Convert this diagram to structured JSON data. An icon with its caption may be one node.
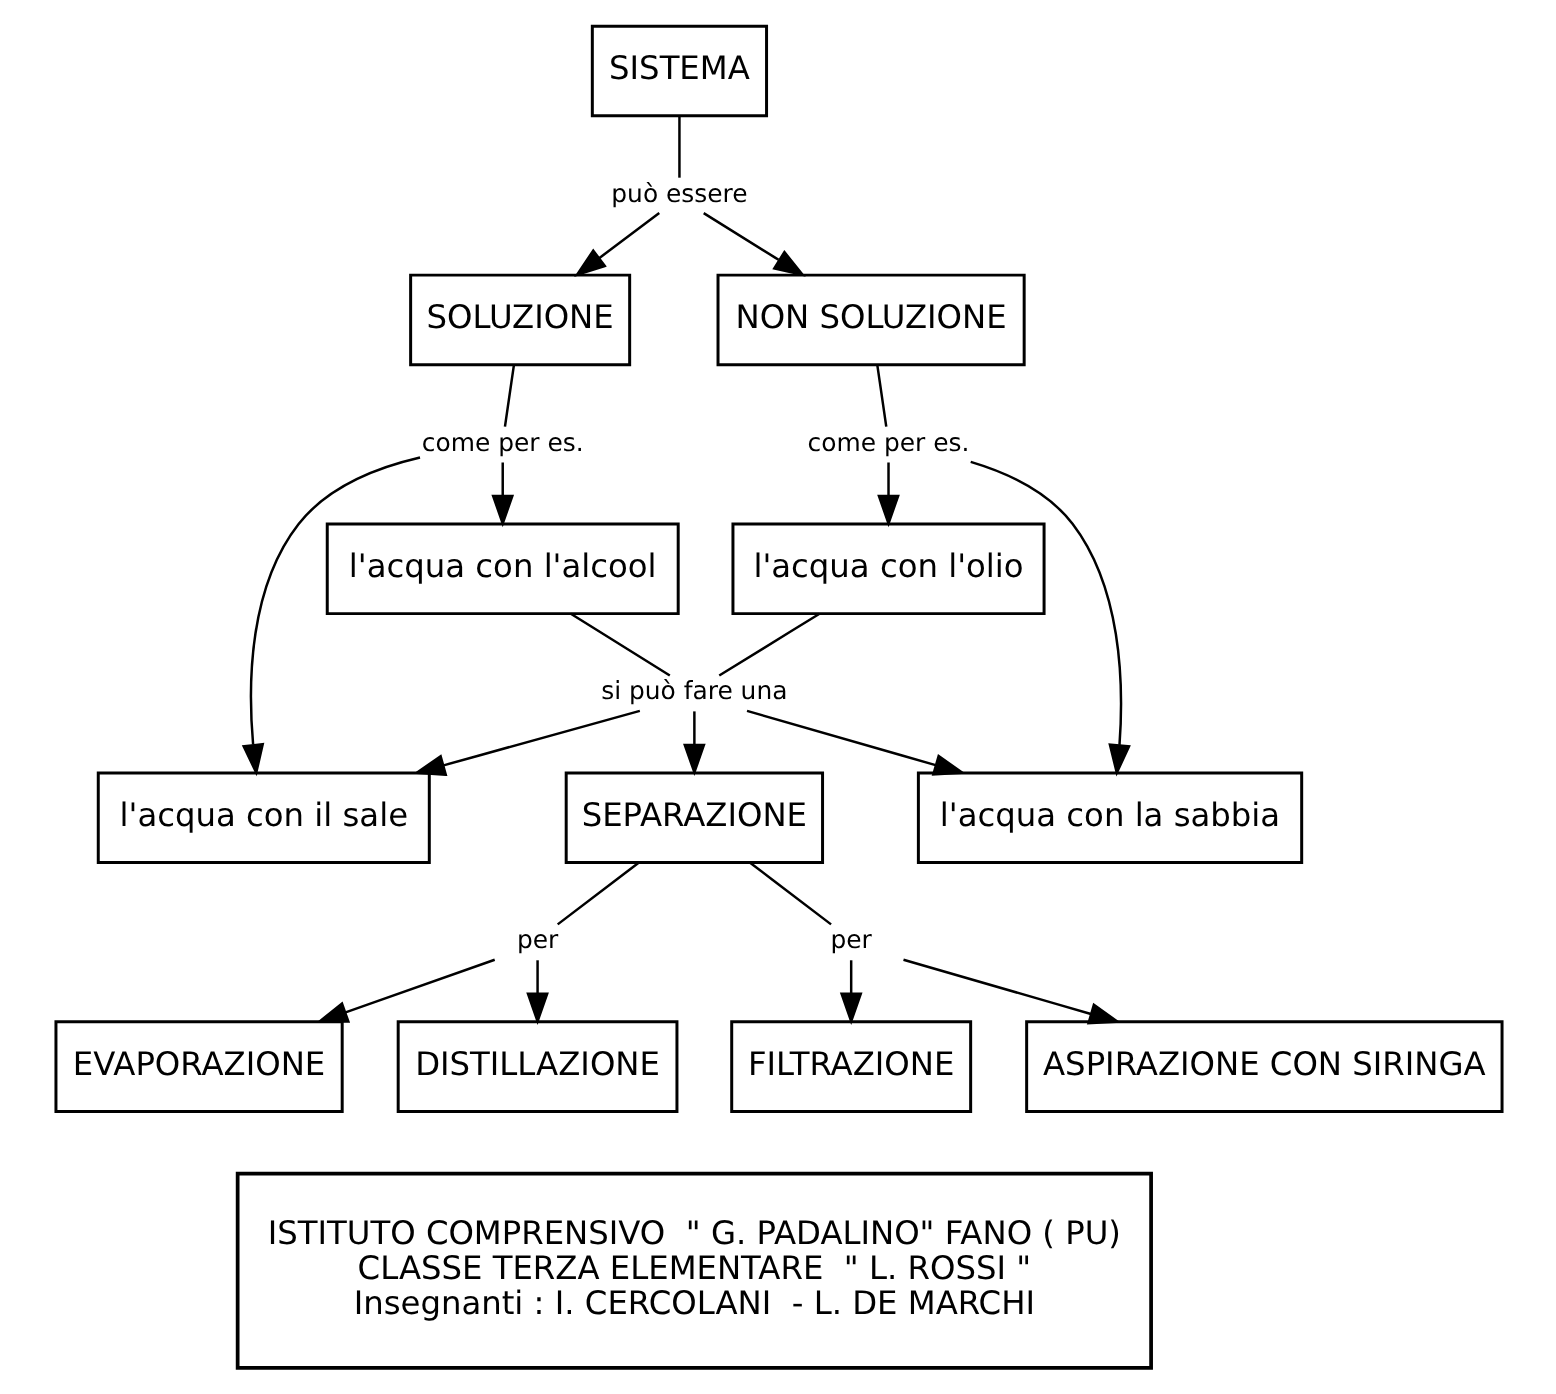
{
  "diagram": {
    "nodes": [
      {
        "text": [
          "SISTEMA"
        ]
      },
      {
        "text": [
          "può essere"
        ]
      },
      {
        "text": [
          "SOLUZIONE"
        ]
      },
      {
        "text": [
          "NON SOLUZIONE"
        ]
      },
      {
        "text": [
          "come per es."
        ]
      },
      {
        "text": [
          "come per es."
        ]
      },
      {
        "text": [
          "l'acqua con il sale"
        ]
      },
      {
        "text": [
          "l'acqua con l'alcool"
        ]
      },
      {
        "text": [
          "l'acqua con la sabbia"
        ]
      },
      {
        "text": [
          "l'acqua con l'olio"
        ]
      },
      {
        "text": [
          "si può fare una"
        ]
      },
      {
        "text": [
          "SEPARAZIONE"
        ]
      },
      {
        "text": [
          "per"
        ]
      },
      {
        "text": [
          "per"
        ]
      },
      {
        "text": [
          "EVAPORAZIONE"
        ]
      },
      {
        "text": [
          "DISTILLAZIONE"
        ]
      },
      {
        "text": [
          "FILTRAZIONE"
        ]
      },
      {
        "text": [
          "ASPIRAZIONE CON SIRINGA"
        ]
      },
      {
        "text": [
          "ISTITUTO COMPRENSIVO  \" G. PADALINO\" FANO ( PU)",
          "CLASSE TERZA ELEMENTARE  \" L. ROSSI \"",
          "Insegnanti : I. CERCOLANI  - L. DE MARCHI"
        ]
      }
    ],
    "edges": [
      {
        "from": 0,
        "to": 1,
        "arrow": "none"
      },
      {
        "from": 1,
        "to": 2,
        "arrow": "to"
      },
      {
        "from": 1,
        "to": 3,
        "arrow": "to"
      },
      {
        "from": 2,
        "to": 4,
        "arrow": "none"
      },
      {
        "from": 4,
        "to": 6,
        "arrow": "to"
      },
      {
        "from": 4,
        "to": 7,
        "arrow": "to"
      },
      {
        "from": 3,
        "to": 5,
        "arrow": "none"
      },
      {
        "from": 5,
        "to": 8,
        "arrow": "to"
      },
      {
        "from": 5,
        "to": 9,
        "arrow": "to"
      },
      {
        "from": 10,
        "to": 6,
        "arrow": "to"
      },
      {
        "from": 7,
        "to": 10,
        "arrow": "none"
      },
      {
        "from": 10,
        "to": 8,
        "arrow": "to"
      },
      {
        "from": 9,
        "to": 10,
        "arrow": "none"
      },
      {
        "from": 10,
        "to": 11,
        "arrow": "to"
      },
      {
        "from": 11,
        "to": 12,
        "arrow": "none"
      },
      {
        "from": 12,
        "to": 14,
        "arrow": "to"
      },
      {
        "from": 12,
        "to": 15,
        "arrow": "to"
      },
      {
        "from": 11,
        "to": 13,
        "arrow": "none"
      },
      {
        "from": 13,
        "to": 16,
        "arrow": "to"
      },
      {
        "from": 13,
        "to": 17,
        "arrow": "to"
      }
    ]
  }
}
